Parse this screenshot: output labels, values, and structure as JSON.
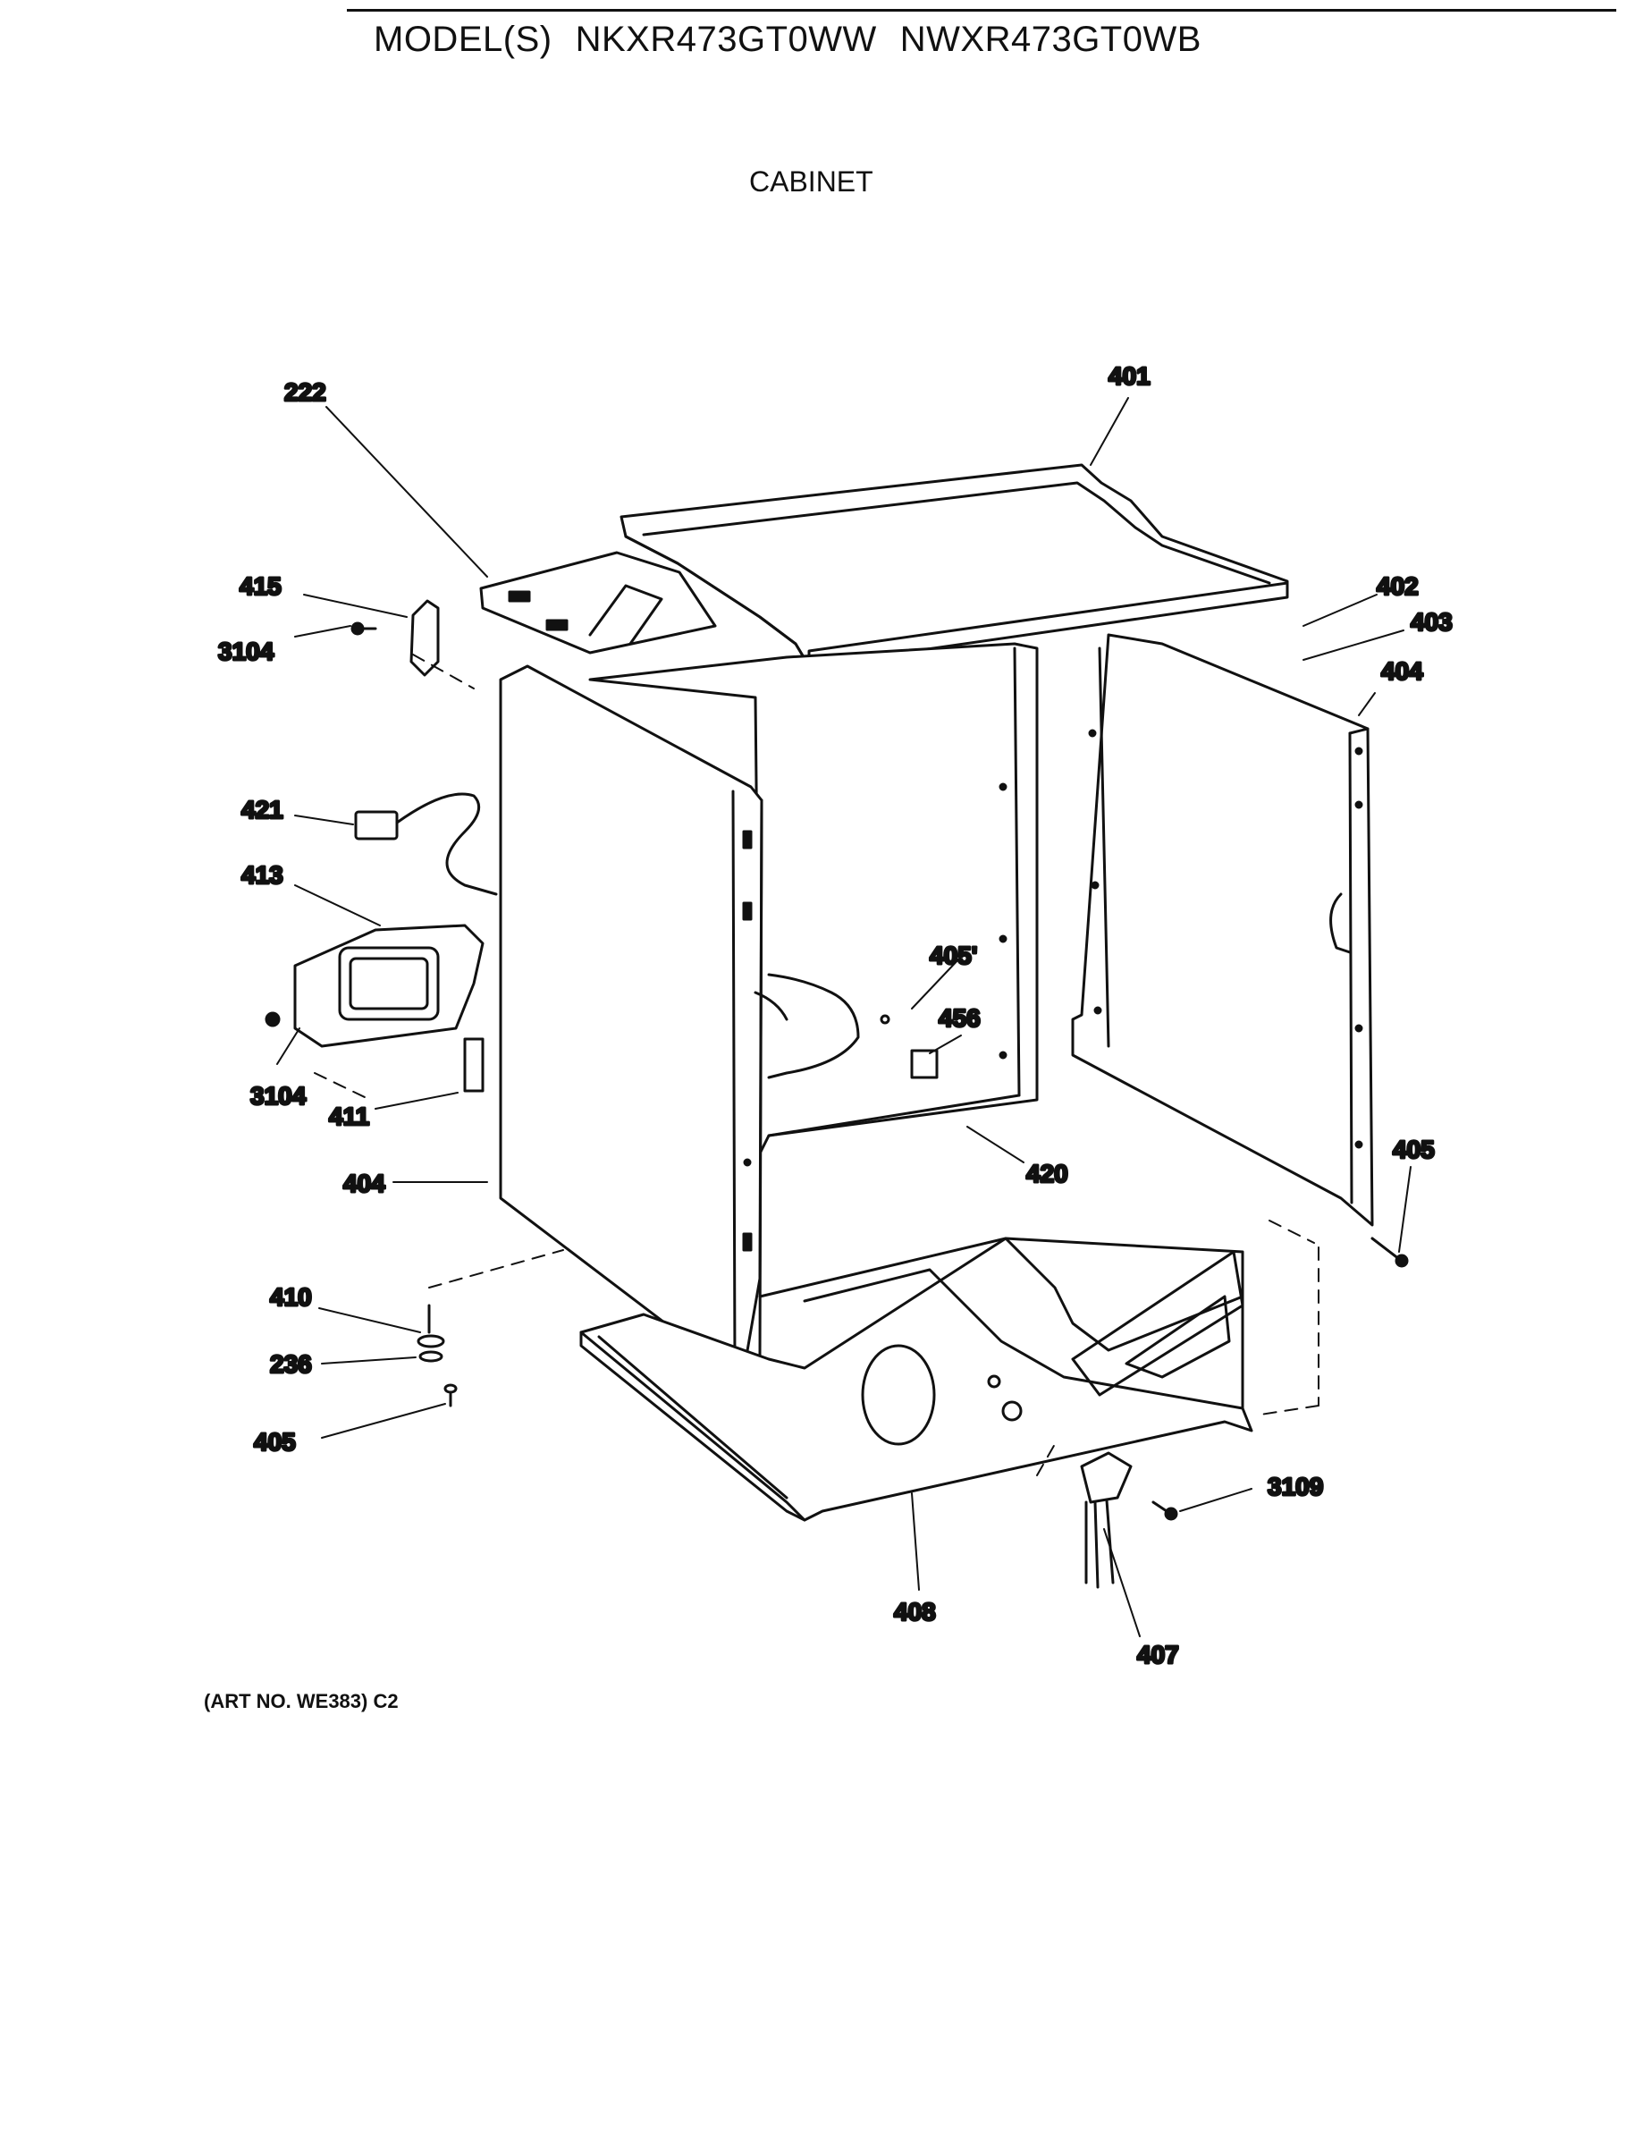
{
  "header": {
    "models_label": "MODEL(S)",
    "models": [
      "NKXR473GT0WW",
      "NWXR473GT0WB"
    ],
    "section_title": "CABINET"
  },
  "callouts": [
    {
      "id": "c-222",
      "label": "222"
    },
    {
      "id": "c-401",
      "label": "401"
    },
    {
      "id": "c-415",
      "label": "415"
    },
    {
      "id": "c-3104a",
      "label": "3104"
    },
    {
      "id": "c-402",
      "label": "402"
    },
    {
      "id": "c-403",
      "label": "403"
    },
    {
      "id": "c-404a",
      "label": "404"
    },
    {
      "id": "c-421",
      "label": "421"
    },
    {
      "id": "c-413",
      "label": "413"
    },
    {
      "id": "c-405p",
      "label": "405'"
    },
    {
      "id": "c-456",
      "label": "456"
    },
    {
      "id": "c-3104b",
      "label": "3104"
    },
    {
      "id": "c-411",
      "label": "411"
    },
    {
      "id": "c-420",
      "label": "420"
    },
    {
      "id": "c-405a",
      "label": "405"
    },
    {
      "id": "c-404b",
      "label": "404"
    },
    {
      "id": "c-410",
      "label": "410"
    },
    {
      "id": "c-236",
      "label": "236"
    },
    {
      "id": "c-405b",
      "label": "405"
    },
    {
      "id": "c-3109",
      "label": "3109"
    },
    {
      "id": "c-408",
      "label": "408"
    },
    {
      "id": "c-407",
      "label": "407"
    }
  ],
  "footer": {
    "art_no": "(ART NO. WE383) C2"
  }
}
